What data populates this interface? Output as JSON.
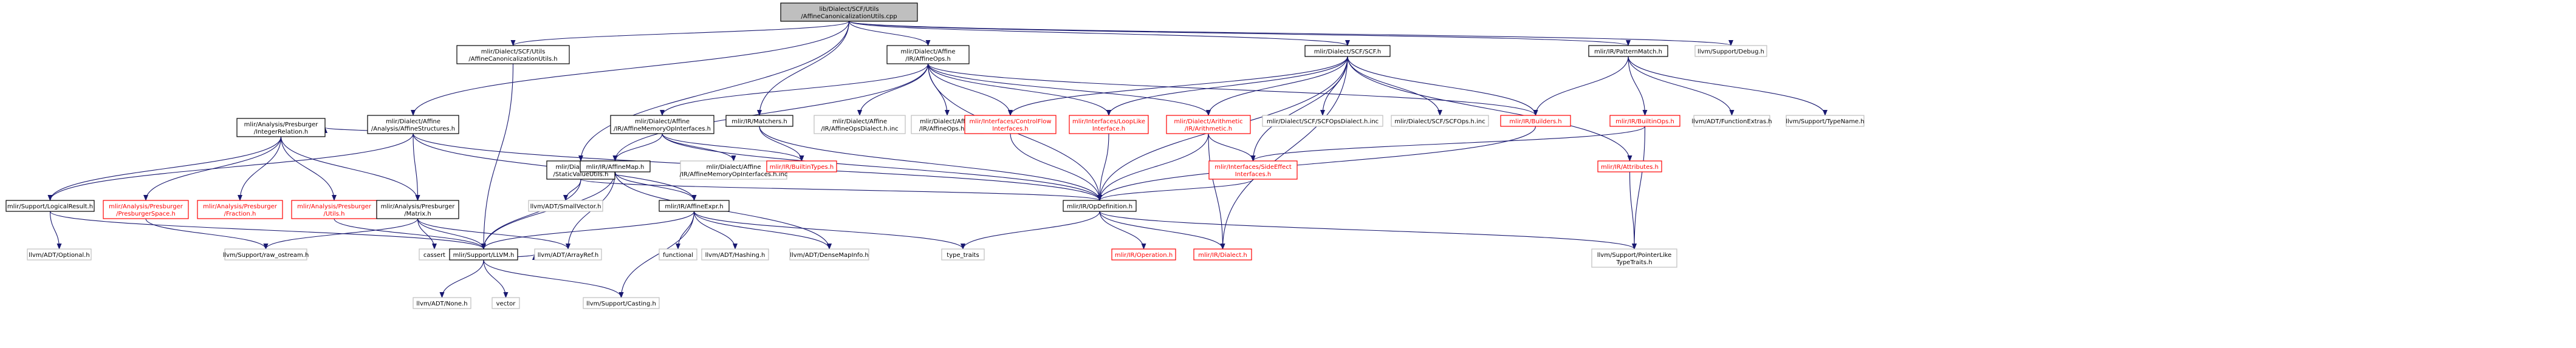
{
  "colors": {
    "edge": "#191970",
    "edge_gray": "#a9a9a9",
    "arrow_fill": "#191970",
    "root_fill": "#bfbfbf",
    "node_fill": "#ffffff",
    "node_border_black": "#000000",
    "node_border_red": "#ff0000",
    "node_border_gray": "#bfbfbf",
    "text_red": "#ff0000"
  },
  "nodes": [
    {
      "id": "root",
      "kind": "root",
      "lines": [
        "lib/Dialect/SCF/Utils",
        "/AffineCanonicalizationUtils.cpp"
      ]
    },
    {
      "id": "scf_affcanon",
      "kind": "normal",
      "lines": [
        "mlir/Dialect/SCF/Utils",
        "/AffineCanonicalizationUtils.h"
      ]
    },
    {
      "id": "affine_ops",
      "kind": "normal",
      "lines": [
        "mlir/Dialect/Affine",
        "/IR/AffineOps.h"
      ]
    },
    {
      "id": "scf_h",
      "kind": "normal",
      "lines": [
        "mlir/Dialect/SCF/SCF.h"
      ]
    },
    {
      "id": "pattern_match",
      "kind": "normal",
      "lines": [
        "mlir/IR/PatternMatch.h"
      ]
    },
    {
      "id": "debug_h",
      "kind": "external",
      "lines": [
        "llvm/Support/Debug.h"
      ]
    },
    {
      "id": "aff_structs",
      "kind": "normal",
      "lines": [
        "mlir/Dialect/Affine",
        "/Analysis/AffineStructures.h"
      ]
    },
    {
      "id": "static_value",
      "kind": "normal",
      "lines": [
        "mlir/Dialect/Utils",
        "/StaticValueUtils.h"
      ]
    },
    {
      "id": "aff_memop_if",
      "kind": "normal",
      "lines": [
        "mlir/Dialect/Affine",
        "/IR/AffineMemoryOpInterfaces.h"
      ]
    },
    {
      "id": "matchers",
      "kind": "normal",
      "lines": [
        "mlir/IR/Matchers.h"
      ]
    },
    {
      "id": "aff_ops_dialect_inc",
      "kind": "external",
      "lines": [
        "mlir/Dialect/Affine",
        "/IR/AffineOpsDialect.h.inc"
      ]
    },
    {
      "id": "aff_ops_inc",
      "kind": "external",
      "lines": [
        "mlir/Dialect/Affine",
        "/IR/AffineOps.h.inc"
      ]
    },
    {
      "id": "controlflow_if",
      "kind": "red",
      "lines": [
        "mlir/Interfaces/ControlFlow",
        "Interfaces.h"
      ]
    },
    {
      "id": "looplike_if",
      "kind": "red",
      "lines": [
        "mlir/Interfaces/LoopLike",
        "Interface.h"
      ]
    },
    {
      "id": "arith",
      "kind": "red",
      "lines": [
        "mlir/Dialect/Arithmetic",
        "/IR/Arithmetic.h"
      ]
    },
    {
      "id": "scf_dialect_inc",
      "kind": "external",
      "lines": [
        "mlir/Dialect/SCF/SCFOpsDialect.h.inc"
      ]
    },
    {
      "id": "scf_ops_inc",
      "kind": "external",
      "lines": [
        "mlir/Dialect/SCF/SCFOps.h.inc"
      ]
    },
    {
      "id": "builders",
      "kind": "red",
      "lines": [
        "mlir/IR/Builders.h"
      ]
    },
    {
      "id": "builtin_ops",
      "kind": "red",
      "lines": [
        "mlir/IR/BuiltinOps.h"
      ]
    },
    {
      "id": "func_extras",
      "kind": "external",
      "lines": [
        "llvm/ADT/FunctionExtras.h"
      ]
    },
    {
      "id": "typename_h",
      "kind": "external",
      "lines": [
        "llvm/Support/TypeName.h"
      ]
    },
    {
      "id": "integer_rel",
      "kind": "normal",
      "lines": [
        "mlir/Analysis/Presburger",
        "/IntegerRelation.h"
      ]
    },
    {
      "id": "affine_map",
      "kind": "normal",
      "lines": [
        "mlir/IR/AffineMap.h"
      ]
    },
    {
      "id": "aff_memop_if_inc",
      "kind": "external",
      "lines": [
        "mlir/Dialect/Affine",
        "/IR/AffineMemoryOpInterfaces.h.inc"
      ]
    },
    {
      "id": "builtin_types",
      "kind": "red",
      "lines": [
        "mlir/IR/BuiltinTypes.h"
      ]
    },
    {
      "id": "side_effect_if",
      "kind": "red",
      "lines": [
        "mlir/Interfaces/SideEffect",
        "Interfaces.h"
      ]
    },
    {
      "id": "attributes",
      "kind": "red",
      "lines": [
        "mlir/IR/Attributes.h"
      ]
    },
    {
      "id": "logical_result",
      "kind": "normal",
      "lines": [
        "mlir/Support/LogicalResult.h"
      ]
    },
    {
      "id": "presb_space",
      "kind": "red",
      "lines": [
        "mlir/Analysis/Presburger",
        "/PresburgerSpace.h"
      ]
    },
    {
      "id": "fraction",
      "kind": "red",
      "lines": [
        "mlir/Analysis/Presburger",
        "/Fraction.h"
      ]
    },
    {
      "id": "presb_utils",
      "kind": "red",
      "lines": [
        "mlir/Analysis/Presburger",
        "/Utils.h"
      ]
    },
    {
      "id": "matrix",
      "kind": "normal",
      "lines": [
        "mlir/Analysis/Presburger",
        "/Matrix.h"
      ]
    },
    {
      "id": "small_vector",
      "kind": "external",
      "lines": [
        "llvm/ADT/SmallVector.h"
      ]
    },
    {
      "id": "affine_expr",
      "kind": "normal",
      "lines": [
        "mlir/IR/AffineExpr.h"
      ]
    },
    {
      "id": "op_definition",
      "kind": "normal",
      "lines": [
        "mlir/IR/OpDefinition.h"
      ]
    },
    {
      "id": "optional_h",
      "kind": "external",
      "lines": [
        "llvm/ADT/Optional.h"
      ]
    },
    {
      "id": "raw_ostream",
      "kind": "external",
      "lines": [
        "llvm/Support/raw_ostream.h"
      ]
    },
    {
      "id": "cassert",
      "kind": "external",
      "lines": [
        "cassert"
      ]
    },
    {
      "id": "llvm_h",
      "kind": "normal",
      "lines": [
        "mlir/Support/LLVM.h"
      ]
    },
    {
      "id": "arrayref",
      "kind": "external",
      "lines": [
        "llvm/ADT/ArrayRef.h"
      ]
    },
    {
      "id": "functional",
      "kind": "external",
      "lines": [
        "functional"
      ]
    },
    {
      "id": "hashing",
      "kind": "external",
      "lines": [
        "llvm/ADT/Hashing.h"
      ]
    },
    {
      "id": "densemapinfo",
      "kind": "external",
      "lines": [
        "llvm/ADT/DenseMapInfo.h"
      ]
    },
    {
      "id": "type_traits",
      "kind": "external",
      "lines": [
        "type_traits"
      ]
    },
    {
      "id": "operation_h",
      "kind": "red",
      "lines": [
        "mlir/IR/Operation.h"
      ]
    },
    {
      "id": "dialect_h",
      "kind": "red",
      "lines": [
        "mlir/IR/Dialect.h"
      ]
    },
    {
      "id": "pointerlike",
      "kind": "external",
      "lines": [
        "llvm/Support/PointerLike",
        "TypeTraits.h"
      ]
    },
    {
      "id": "none_h",
      "kind": "external",
      "lines": [
        "llvm/ADT/None.h"
      ]
    },
    {
      "id": "vector",
      "kind": "external",
      "lines": [
        "vector"
      ]
    },
    {
      "id": "casting",
      "kind": "external",
      "lines": [
        "llvm/Support/Casting.h"
      ]
    }
  ]
}
